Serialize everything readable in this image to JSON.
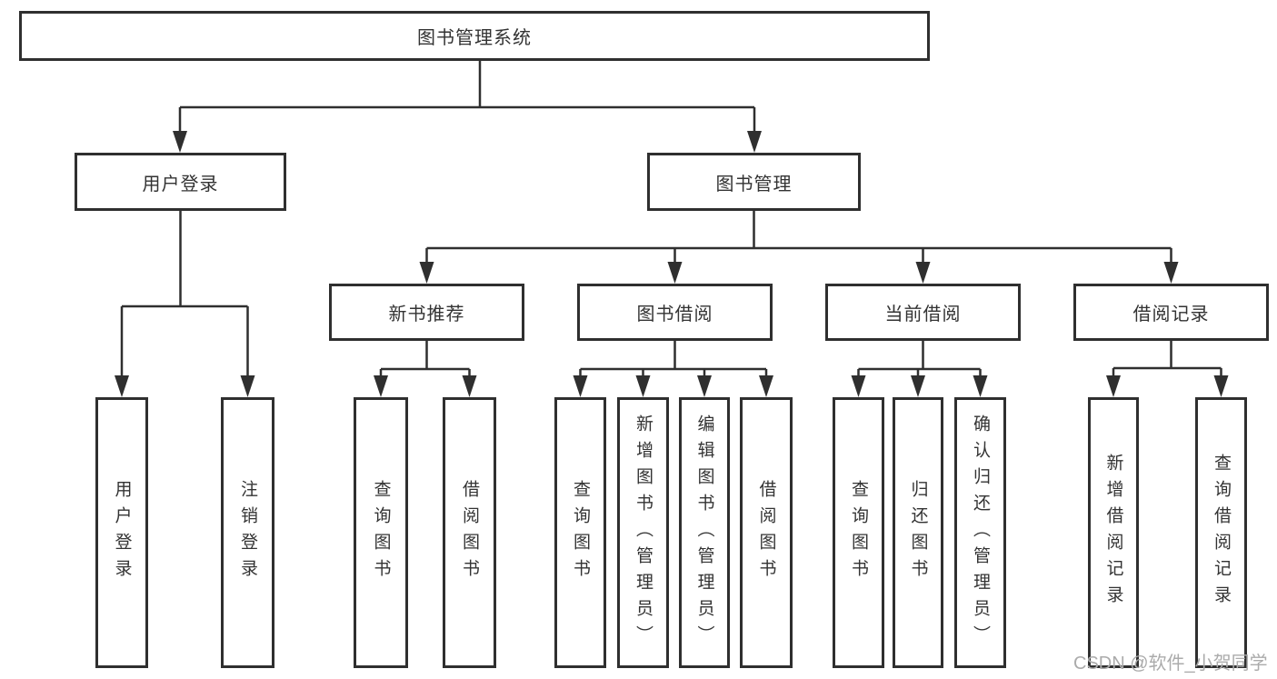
{
  "diagram": {
    "title": "图书管理系统",
    "tree": {
      "label": "图书管理系统",
      "children": [
        {
          "label": "用户登录",
          "children": [
            {
              "label": "用户登录"
            },
            {
              "label": "注销登录"
            }
          ]
        },
        {
          "label": "图书管理",
          "children": [
            {
              "label": "新书推荐",
              "children": [
                {
                  "label": "查询图书"
                },
                {
                  "label": "借阅图书"
                }
              ]
            },
            {
              "label": "图书借阅",
              "children": [
                {
                  "label": "查询图书"
                },
                {
                  "label": "新增图书（管理员）"
                },
                {
                  "label": "编辑图书（管理员）"
                },
                {
                  "label": "借阅图书"
                }
              ]
            },
            {
              "label": "当前借阅",
              "children": [
                {
                  "label": "查询图书"
                },
                {
                  "label": "归还图书"
                },
                {
                  "label": "确认归还（管理员）"
                }
              ]
            },
            {
              "label": "借阅记录",
              "children": [
                {
                  "label": "新增借阅记录"
                },
                {
                  "label": "查询借阅记录"
                }
              ]
            }
          ]
        }
      ]
    },
    "watermark": "CSDN @软件_小贺同学",
    "colors": {
      "line": "#2f2f2f",
      "text": "#333333",
      "box_background": "#ffffff",
      "watermark": "#ababab"
    }
  }
}
